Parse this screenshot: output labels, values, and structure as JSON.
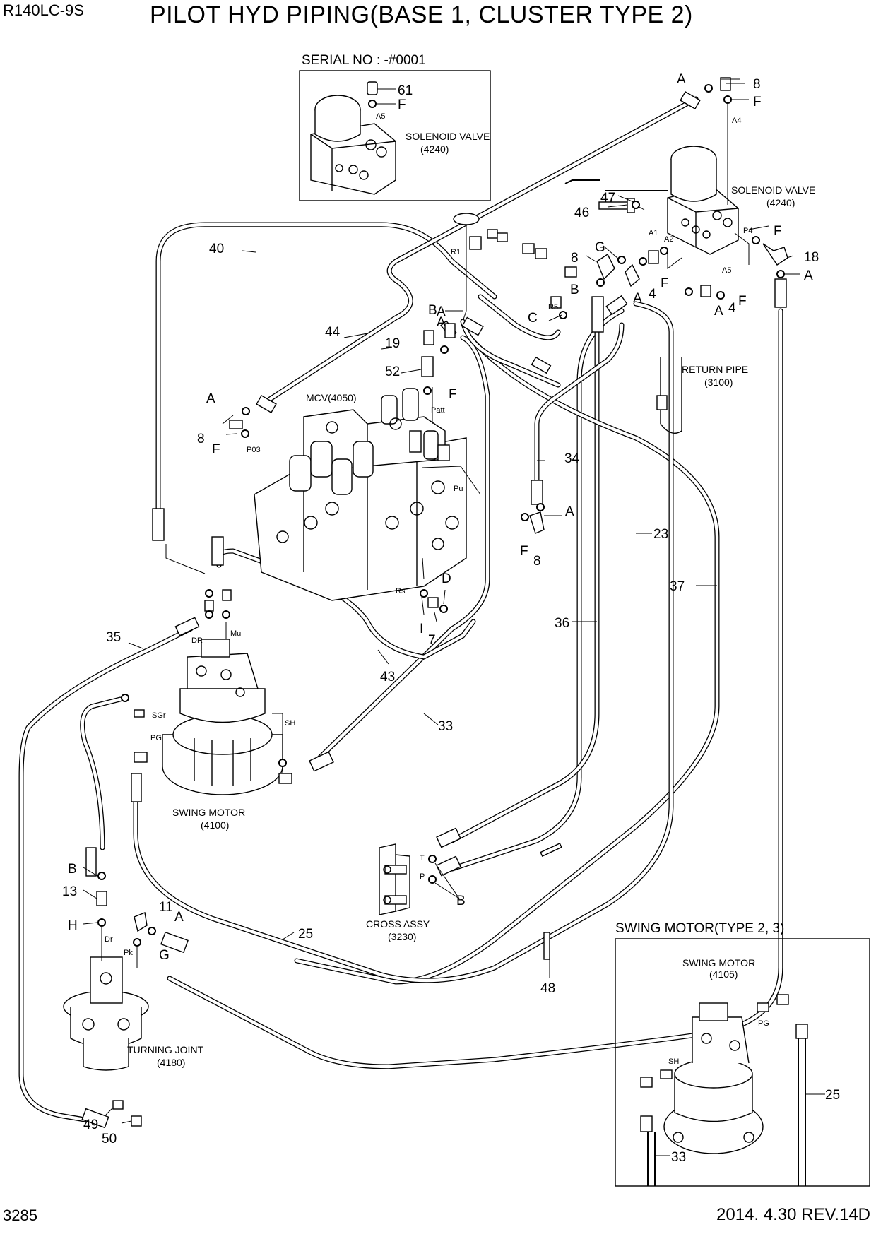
{
  "header": {
    "model": "R140LC-9S",
    "title": "PILOT HYD PIPING(BASE 1, CLUSTER TYPE 2)"
  },
  "footer": {
    "page": "3285",
    "revision": "2014. 4.30  REV.14D"
  },
  "insets": {
    "serial": {
      "title": "SERIAL NO : -#0001",
      "component": "SOLENOID VALVE",
      "code": "(4240)",
      "callouts": [
        "61",
        "F"
      ],
      "port": "A5"
    },
    "swing_type": {
      "title": "SWING MOTOR(TYPE 2, 3)",
      "component": "SWING MOTOR",
      "code": "(4105)",
      "callouts": [
        "25",
        "33"
      ],
      "ports": [
        "PG",
        "SH"
      ]
    }
  },
  "components": [
    {
      "id": "solenoid",
      "name": "SOLENOID VALVE",
      "code": "(4240)"
    },
    {
      "id": "mcv",
      "name": "MCV(4050)"
    },
    {
      "id": "return",
      "name": "RETURN PIPE",
      "code": "(3100)"
    },
    {
      "id": "swing",
      "name": "SWING MOTOR",
      "code": "(4100)"
    },
    {
      "id": "cross",
      "name": "CROSS ASSY",
      "code": "(3230)"
    },
    {
      "id": "turning",
      "name": "TURNING JOINT",
      "code": "(4180)"
    }
  ],
  "callouts": [
    "8",
    "F",
    "A",
    "F",
    "18",
    "A",
    "47",
    "46",
    "G",
    "8",
    "4",
    "A",
    "B",
    "F",
    "4",
    "A",
    "F",
    "A",
    "40",
    "44",
    "B",
    "C",
    "19",
    "A",
    "52",
    "F",
    "A",
    "8",
    "F",
    "34",
    "A",
    "F",
    "8",
    "23",
    "37",
    "D",
    "I",
    "7",
    "43",
    "35",
    "36",
    "33",
    "B",
    "13",
    "H",
    "11",
    "A",
    "G",
    "25",
    "48",
    "B",
    "49",
    "50"
  ],
  "ports": [
    "A4",
    "A1",
    "A2",
    "P4",
    "A5",
    "R1",
    "R5",
    "P03",
    "Patt",
    "Pu",
    "Rs",
    "Mu",
    "DR",
    "SGr",
    "SH",
    "PG",
    "T",
    "P",
    "Dr",
    "Pk"
  ]
}
